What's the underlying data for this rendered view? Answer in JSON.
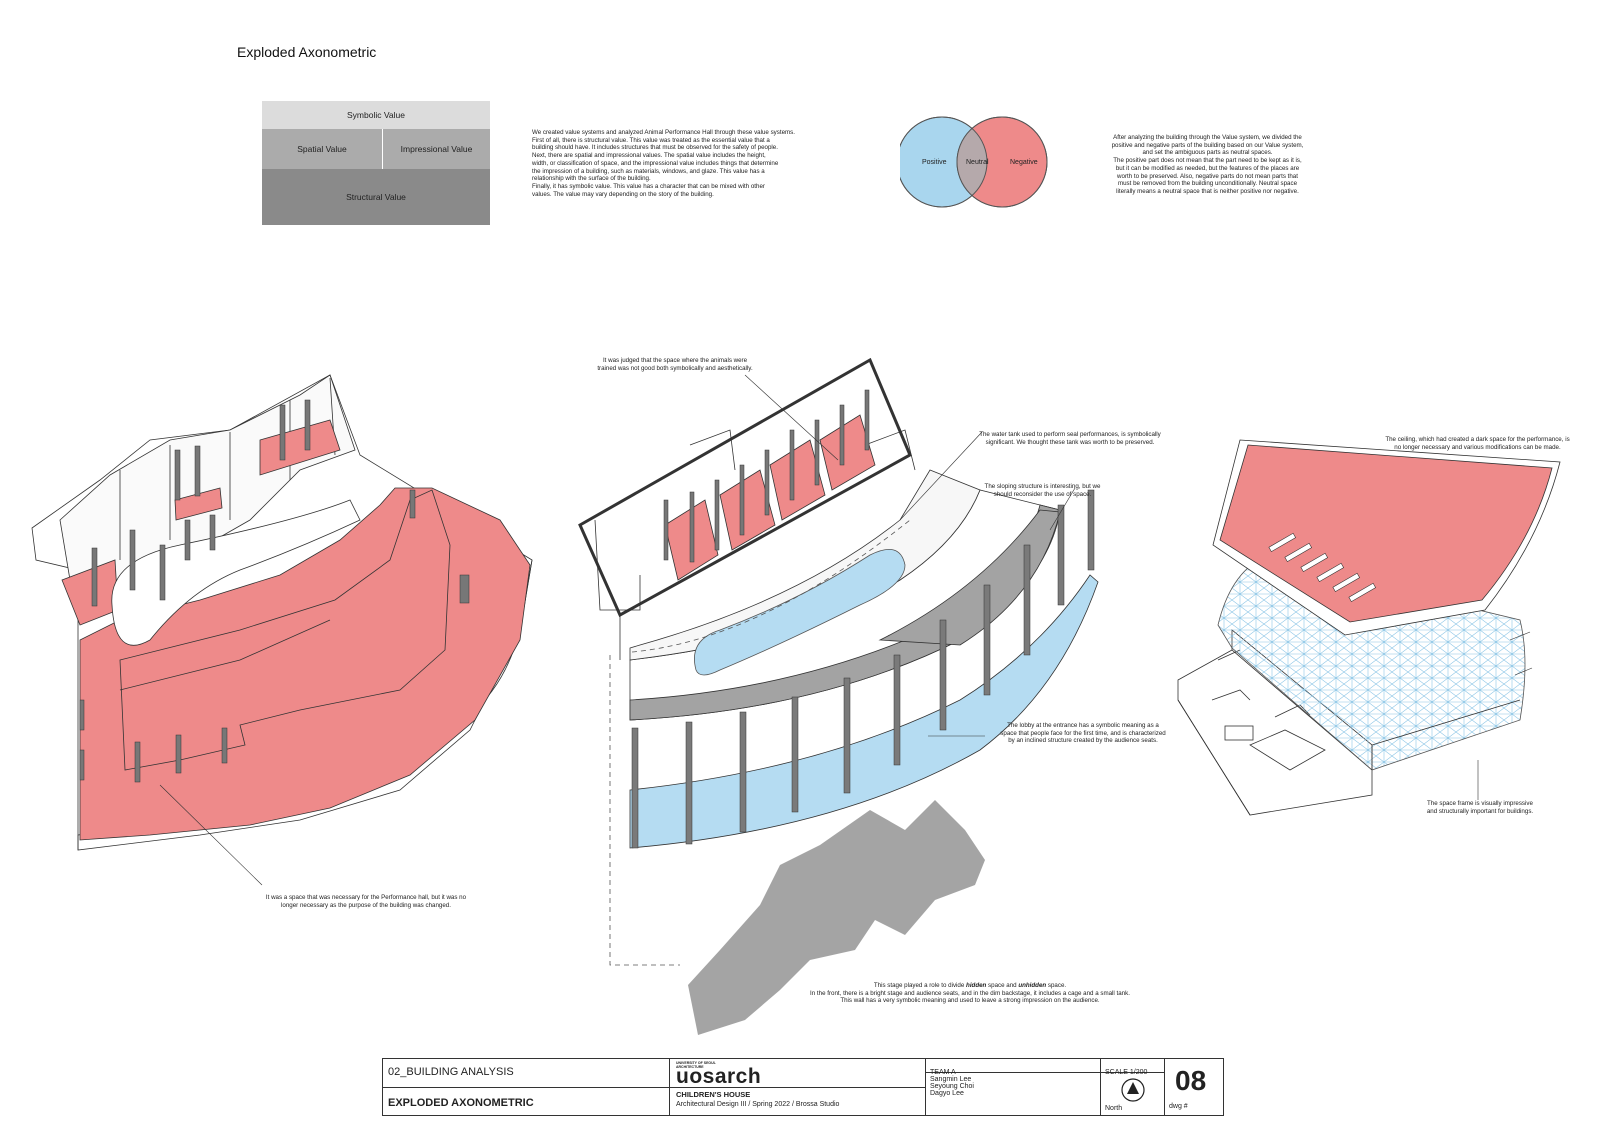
{
  "page": {
    "title": "Exploded Axonometric"
  },
  "value_system": {
    "symbolic": "Symbolic Value",
    "spatial": "Spatial Value",
    "impressional": "Impressional Value",
    "structural": "Structural Value",
    "colors": {
      "symbolic": "#dcdcdc",
      "middle": "#ababab",
      "structural": "#8a8a8a"
    }
  },
  "value_text": [
    " We created value systems and analyzed Animal Performance Hall through these value systems.",
    " First of all, there is structural value. This value was treated as the essential value that a",
    "building should have. It includes structures that must be observed for the safety of people.",
    " Next, there are spatial and impressional values. The spatial value includes the height,",
    "width, or classification of space, and the impressional value includes things that determine",
    "the impression of a building, such as materials, windows, and glaze. This value has a",
    "relationship with the surface of the building.",
    " Finally, it has symbolic value. This value has a character that can be mixed with other",
    "values. The value may vary depending on the story of the building."
  ],
  "venn": {
    "positive": "Positive",
    "neutral": "Neutral",
    "negative": "Negative",
    "colors": {
      "positive": "#a9d6ee",
      "negative": "#ee8a8a",
      "neutral": "#b5a9ab"
    }
  },
  "venn_text": [
    "After analyzing the building through the Value system, we divided the",
    "positive and negative parts of the building based on our Value system,",
    "and set the ambiguous parts as neutral spaces.",
    "The positive part does not mean that the part need to be kept as it is,",
    "but it can be modified as needed, but the features of the places are",
    "worth to be preserved. Also, negative parts do not mean parts that",
    "must be removed from the building unconditionally. Neutral space",
    "literally means a neutral space that is neither positive nor negative."
  ],
  "annotations": {
    "left_bottom": [
      "It was a space that was necessary for the Performance hall, but it was no",
      "longer necessary as the purpose of the building was changed."
    ],
    "center_top": [
      "It was judged that the space where the animals were",
      "trained was not good both symbolically and aesthetically."
    ],
    "water_tank": [
      "The water tank used to perform seal performances, is symbolically",
      "significant. We thought these tank was worth to be preserved."
    ],
    "sloping": [
      "The sloping structure is interesting, but we",
      "should reconsider the use of space."
    ],
    "lobby": [
      "The lobby at the entrance has a symbolic meaning as a",
      "space that people face for the first time, and is characterized",
      "by an inclined structure created by the audience seats."
    ],
    "ceiling": [
      "The ceiling, which had created a dark space for the performance, is",
      "no longer necessary and various modifications can be made."
    ],
    "space_frame": [
      "The space frame is visually impressive",
      "and structurally important for buildings."
    ],
    "stage_l1_a": "This stage played a role to divide ",
    "stage_l1_b": "hidden",
    "stage_l1_c": " space and ",
    "stage_l1_d": "unhidden",
    "stage_l1_e": " space.",
    "stage_l2": "In the front, there is a bright stage and audience seats, and in the dim backstage, it includes a cage and a small tank.",
    "stage_l3": "This wall has a very symbolic meaning and used to leave a strong impression on the audience."
  },
  "colors": {
    "negative_fill": "#ee8a8a",
    "positive_fill": "#b5dcf2",
    "neutral_fill": "#a3a3a3",
    "stage_fill": "#9a9a9a"
  },
  "title_block": {
    "section": "02_BUILDING ANALYSIS",
    "drawing_title": "EXPLODED AXONOMETRIC",
    "logo_small_1": "UNIVERSITY OF SEOUL",
    "logo_small_2": "ARCHITECTURE",
    "logo": "uosarch",
    "project": "CHILDREN'S HOUSE",
    "course": "Architectural Design III / Spring 2022 / Brossa Studio",
    "team": "TEAM A",
    "members": [
      "Sangmin Lee",
      "Seyoung Choi",
      "Dagyo Lee"
    ],
    "scale": "SCALE 1/200",
    "north": "North",
    "sheet_number": "08",
    "dwg_label": "dwg #"
  }
}
